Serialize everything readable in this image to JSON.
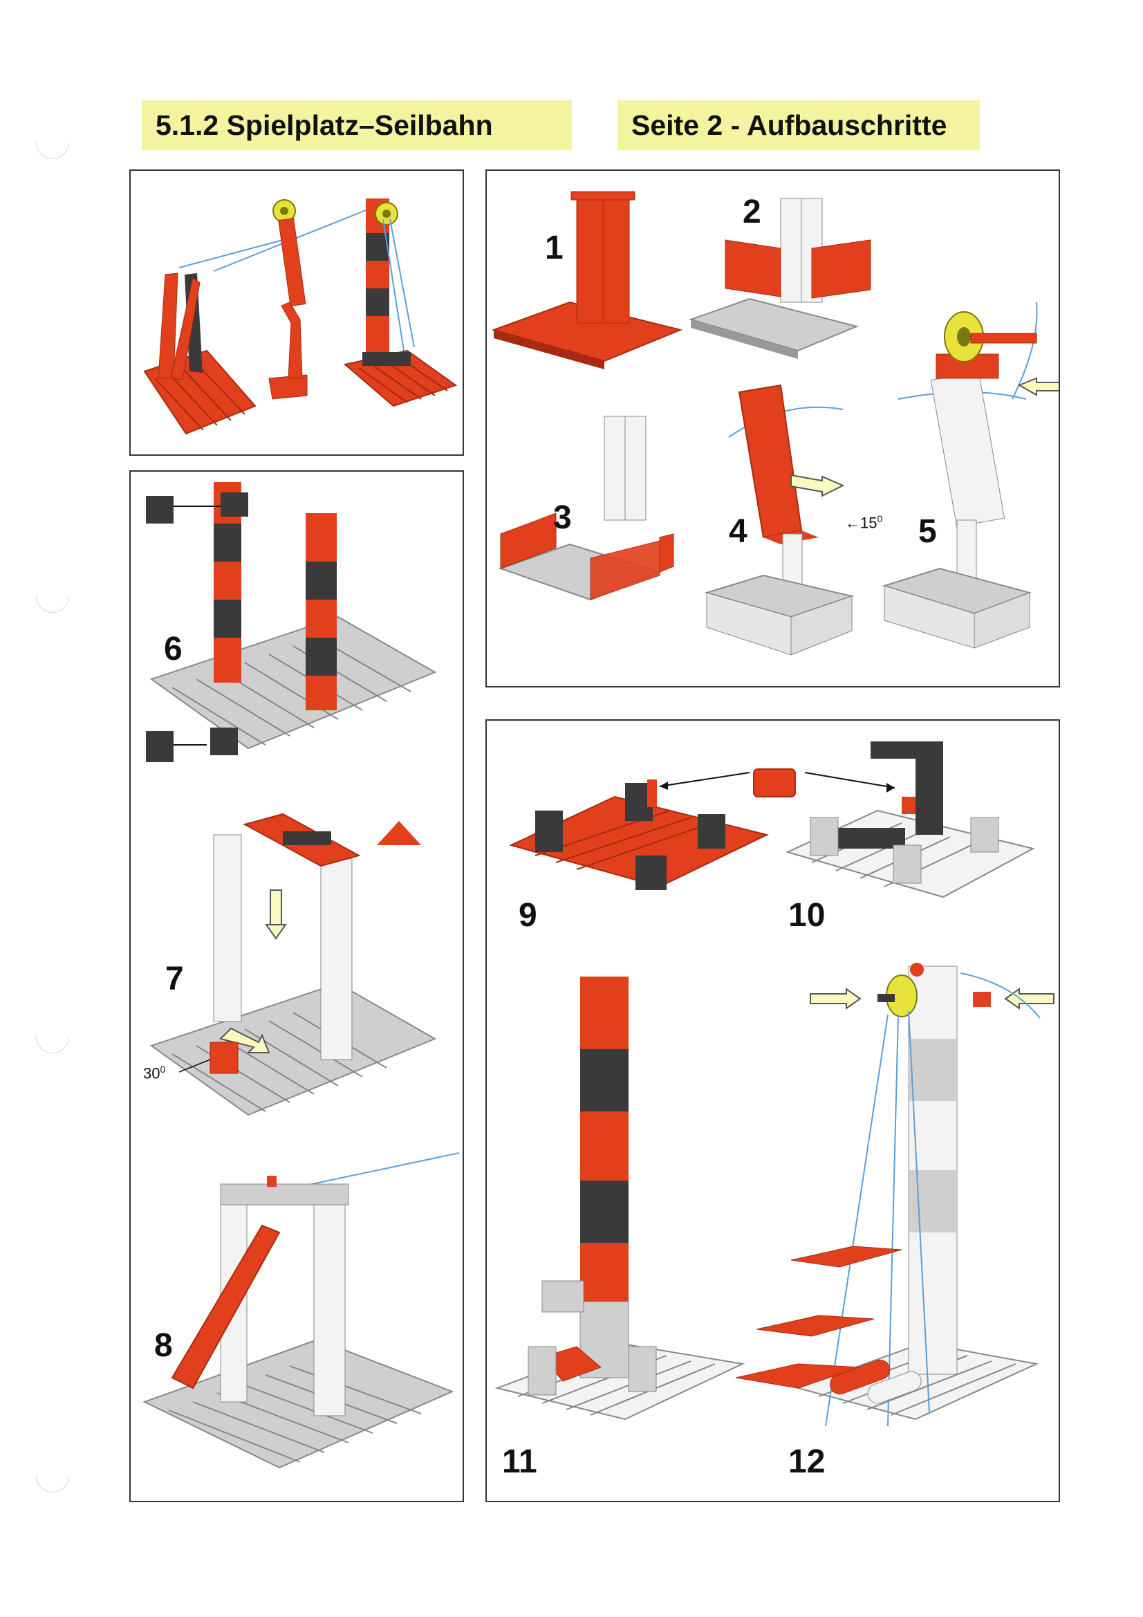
{
  "header": {
    "section_title": "5.1.2  Spielplatz–Seilbahn",
    "page_title": "Seite 2 - Aufbauschritte"
  },
  "steps": {
    "s1": "1",
    "s2": "2",
    "s3": "3",
    "s4": "4",
    "s5": "5",
    "s6": "6",
    "s7": "7",
    "s8": "8",
    "s9": "9",
    "s10": "10",
    "s11": "11",
    "s12": "12"
  },
  "angles": {
    "step4": "15",
    "step7": "30",
    "degree_mark": "0"
  },
  "colors": {
    "red": "#e2401c",
    "dark_red": "#a82a10",
    "dark_gray": "#3a3a3a",
    "light_gray": "#cfcfcf",
    "white_part": "#f3f3f3",
    "yellow_pulley": "#e8e23a",
    "rope_blue": "#5a9fd8",
    "arrow_fill": "#fafac0",
    "title_bg": "#f4f4a0"
  }
}
